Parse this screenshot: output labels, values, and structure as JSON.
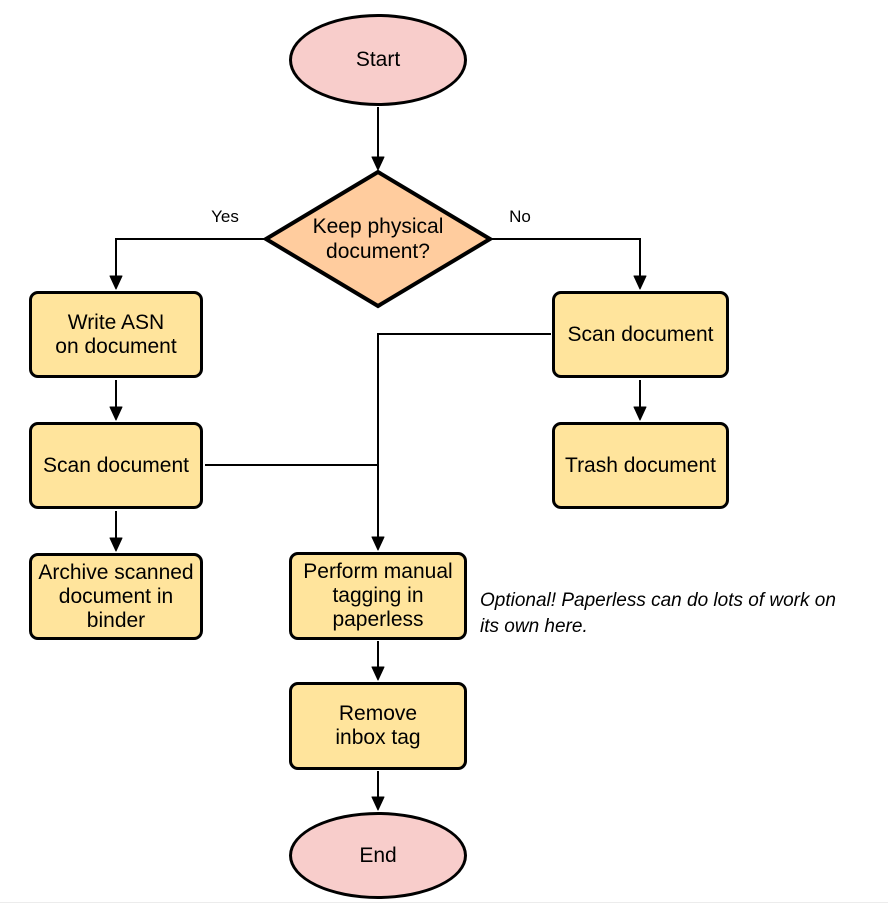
{
  "diagram_type": "flowchart",
  "colors": {
    "terminator_fill": "#F8CDCB",
    "decision_fill": "#FFCC9E",
    "process_fill": "#FFE49C",
    "stroke": "#000000",
    "background": "#FFFFFF"
  },
  "nodes": {
    "start": {
      "type": "terminator",
      "label": "Start"
    },
    "decision": {
      "type": "decision",
      "label": "Keep physical\ndocument?"
    },
    "write_asn": {
      "type": "process",
      "label": "Write ASN\non document"
    },
    "scan_left": {
      "type": "process",
      "label": "Scan document"
    },
    "archive": {
      "type": "process",
      "label": "Archive scanned\ndocument in\nbinder"
    },
    "scan_right": {
      "type": "process",
      "label": "Scan document"
    },
    "trash": {
      "type": "process",
      "label": "Trash document"
    },
    "tagging": {
      "type": "process",
      "label": "Perform manual\ntagging in\npaperless"
    },
    "remove_inbox": {
      "type": "process",
      "label": "Remove\ninbox tag"
    },
    "end": {
      "type": "terminator",
      "label": "End"
    }
  },
  "edges": [
    {
      "from": "start",
      "to": "decision",
      "label": ""
    },
    {
      "from": "decision",
      "to": "write_asn",
      "label": "Yes"
    },
    {
      "from": "decision",
      "to": "scan_right",
      "label": "No"
    },
    {
      "from": "write_asn",
      "to": "scan_left",
      "label": ""
    },
    {
      "from": "scan_left",
      "to": "archive",
      "label": ""
    },
    {
      "from": "scan_right",
      "to": "trash",
      "label": ""
    },
    {
      "from": "scan_right",
      "to": "tagging",
      "label": ""
    },
    {
      "from": "scan_left",
      "to": "tagging",
      "label": ""
    },
    {
      "from": "tagging",
      "to": "remove_inbox",
      "label": ""
    },
    {
      "from": "remove_inbox",
      "to": "end",
      "label": ""
    }
  ],
  "annotation": "Optional! Paperless can do lots of work on\nits own here."
}
